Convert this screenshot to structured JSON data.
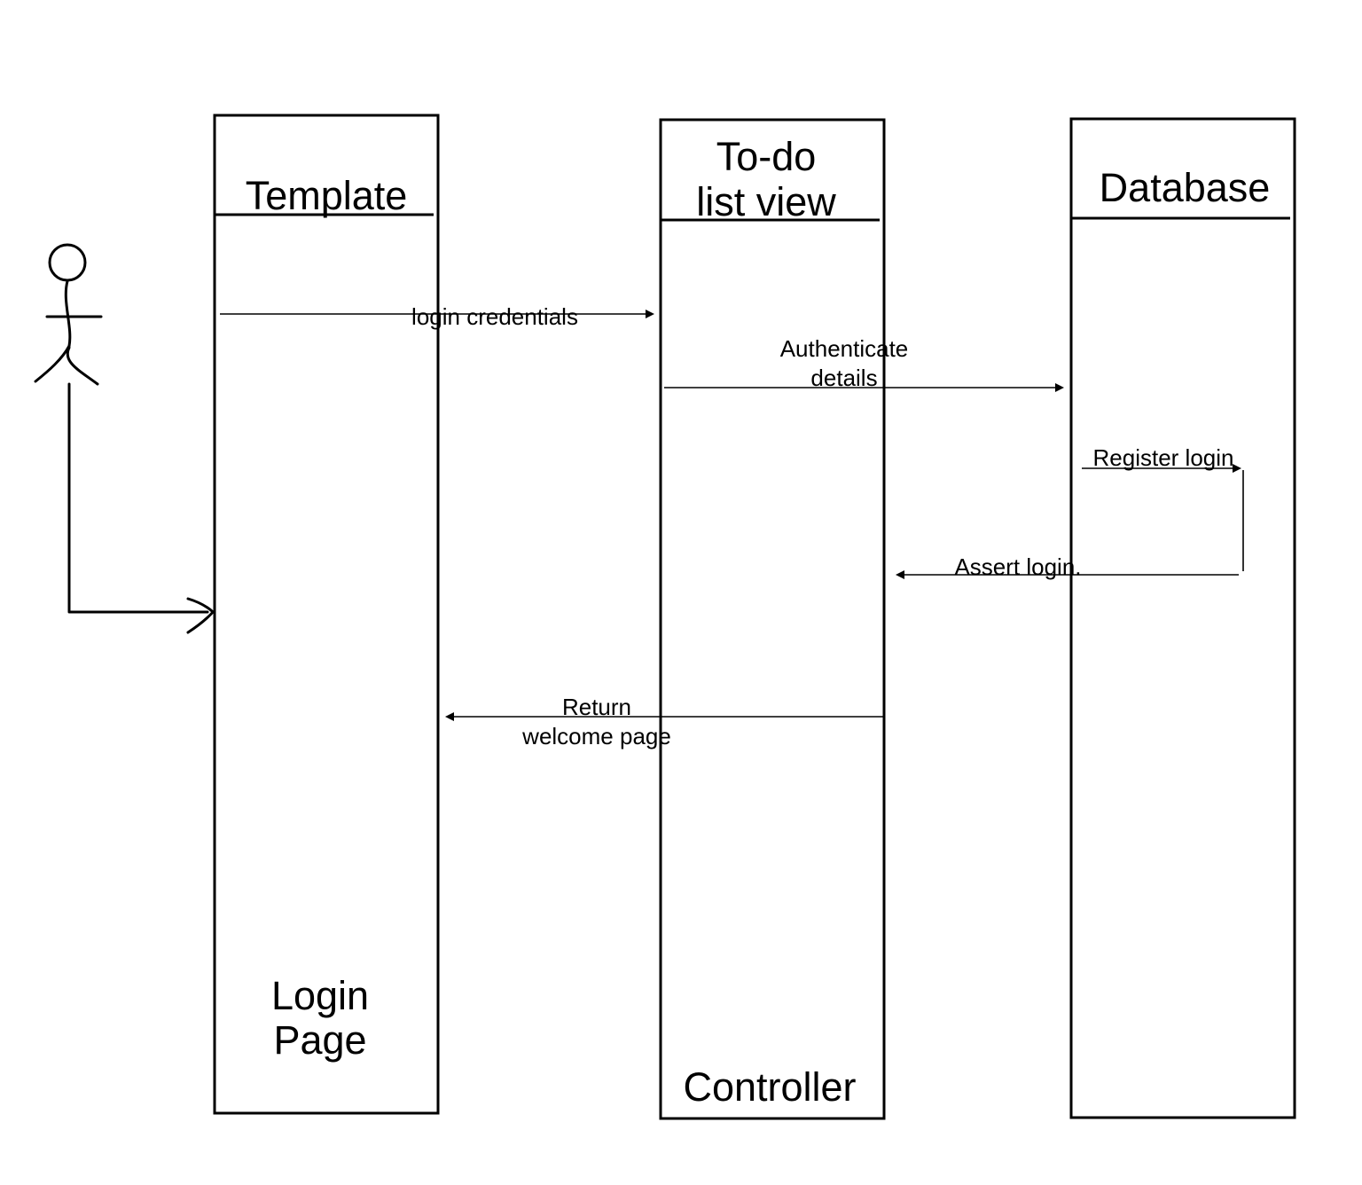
{
  "lifelines": [
    {
      "id": "template",
      "header": [
        "Template"
      ],
      "footer": [
        "Login",
        "Page"
      ]
    },
    {
      "id": "todo",
      "header": [
        "To-do",
        "list view"
      ],
      "footer": [
        "Controller"
      ]
    },
    {
      "id": "database",
      "header": [
        "Database"
      ],
      "footer": []
    }
  ],
  "messages": [
    {
      "id": "login-credentials",
      "lines": [
        "login credentials"
      ]
    },
    {
      "id": "authenticate-details",
      "lines": [
        "Authenticate",
        "details"
      ]
    },
    {
      "id": "register-login",
      "lines": [
        "Register login"
      ]
    },
    {
      "id": "assert-login",
      "lines": [
        "Assert login."
      ]
    },
    {
      "id": "return-welcome",
      "lines": [
        "Return",
        "welcome page"
      ]
    }
  ]
}
